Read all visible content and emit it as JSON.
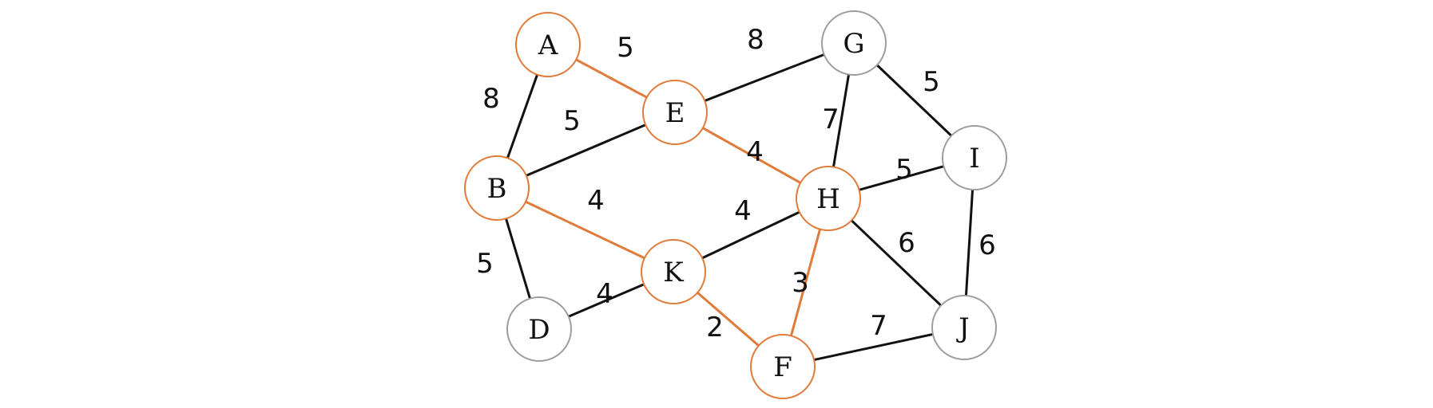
{
  "colors": {
    "highlight": "#e07b39",
    "normal_edge": "#111111",
    "normal_node": "#9e9e9e"
  },
  "nodes": [
    {
      "id": "A",
      "label": "A",
      "highlighted": true
    },
    {
      "id": "B",
      "label": "B",
      "highlighted": true
    },
    {
      "id": "D",
      "label": "D",
      "highlighted": false
    },
    {
      "id": "E",
      "label": "E",
      "highlighted": true
    },
    {
      "id": "G",
      "label": "G",
      "highlighted": false
    },
    {
      "id": "H",
      "label": "H",
      "highlighted": true
    },
    {
      "id": "I",
      "label": "I",
      "highlighted": false
    },
    {
      "id": "J",
      "label": "J",
      "highlighted": false
    },
    {
      "id": "K",
      "label": "K",
      "highlighted": true
    },
    {
      "id": "F",
      "label": "F",
      "highlighted": true
    }
  ],
  "edges": [
    {
      "from": "A",
      "to": "E",
      "weight": "5",
      "highlighted": true
    },
    {
      "from": "A",
      "to": "B",
      "weight": "8",
      "highlighted": false
    },
    {
      "from": "B",
      "to": "E",
      "weight": "5",
      "highlighted": false
    },
    {
      "from": "E",
      "to": "G",
      "weight": "8",
      "highlighted": false
    },
    {
      "from": "G",
      "to": "I",
      "weight": "5",
      "highlighted": false
    },
    {
      "from": "G",
      "to": "H",
      "weight": "7",
      "highlighted": false
    },
    {
      "from": "E",
      "to": "H",
      "weight": "4",
      "highlighted": true
    },
    {
      "from": "B",
      "to": "K",
      "weight": "4",
      "highlighted": true
    },
    {
      "from": "B",
      "to": "D",
      "weight": "5",
      "highlighted": false
    },
    {
      "from": "H",
      "to": "I",
      "weight": "5",
      "highlighted": false
    },
    {
      "from": "K",
      "to": "H",
      "weight": "4",
      "highlighted": false
    },
    {
      "from": "H",
      "to": "J",
      "weight": "6",
      "highlighted": false
    },
    {
      "from": "I",
      "to": "J",
      "weight": "6",
      "highlighted": false
    },
    {
      "from": "D",
      "to": "K",
      "weight": "4",
      "highlighted": false
    },
    {
      "from": "H",
      "to": "F",
      "weight": "3",
      "highlighted": true
    },
    {
      "from": "K",
      "to": "F",
      "weight": "2",
      "highlighted": true
    },
    {
      "from": "F",
      "to": "J",
      "weight": "7",
      "highlighted": false
    }
  ]
}
